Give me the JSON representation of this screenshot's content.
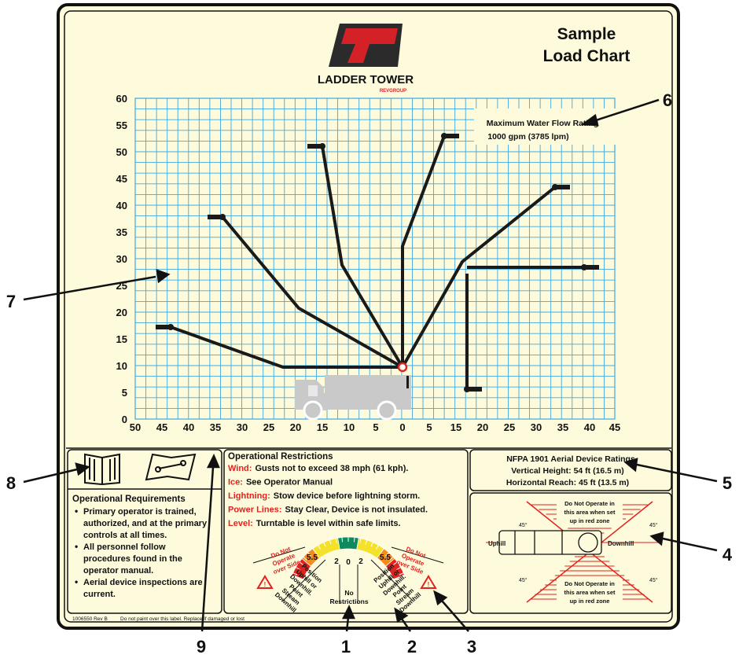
{
  "header": {
    "title_line1": "Sample",
    "title_line2": "Load Chart",
    "brand": "LADDER TOWER",
    "brand_sub": "REVGROUP"
  },
  "chart_data": {
    "type": "diagram",
    "y_ticks": [
      "60",
      "55",
      "50",
      "45",
      "40",
      "35",
      "30",
      "25",
      "20",
      "15",
      "10",
      "5",
      "0"
    ],
    "x_ticks": [
      "50",
      "45",
      "40",
      "35",
      "30",
      "25",
      "20",
      "15",
      "10",
      "5",
      "0",
      "5",
      "15",
      "20",
      "25",
      "30",
      "35",
      "40",
      "45"
    ],
    "flow_rating": [
      "Maximum Water Flow Rating",
      "1000 gpm (3785 lpm)"
    ]
  },
  "restrictions": {
    "title": "Operational Restrictions",
    "items": [
      {
        "key": "Wind:",
        "text": "Gusts not to exceed 38 mph (61 kph)."
      },
      {
        "key": "Ice:",
        "text": "See Operator Manual"
      },
      {
        "key": "Lightning:",
        "text": "Stow device before lightning storm."
      },
      {
        "key": "Power Lines:",
        "text": "Stay Clear, Device is not insulated."
      },
      {
        "key": "Level:",
        "text": "Turntable is level within safe limits."
      }
    ]
  },
  "requirements": {
    "title": "Operational Requirements",
    "items": [
      [
        "Primary operator is trained,",
        "authorized, and at the primary",
        "controls at all times."
      ],
      [
        "All personnel follow",
        "procedures found in the",
        "operator manual."
      ],
      [
        "Aerial device inspections are",
        "current."
      ]
    ]
  },
  "nfpa": {
    "title": "NFPA 1901 Aerial Device Ratings",
    "vertical": "Vertical Height:  54 ft (16.5 m)",
    "horizontal": "Horizontal Reach:  45 ft (13.5 m)"
  },
  "level_gauge": {
    "marks": [
      "5.5",
      "2",
      "0",
      "2",
      "5.5"
    ],
    "no_restrictions": [
      "No",
      "Restrictions"
    ],
    "position_text": [
      "Position",
      "Uphill or",
      "Downhill.",
      "Point",
      "Stream",
      "Downhill"
    ],
    "do_not": [
      "Do Not",
      "Operate",
      "over Side"
    ]
  },
  "zone_diagram": {
    "top_text": [
      "Do Not Operate in",
      "this area when set",
      "up in red zone"
    ],
    "bottom_text": [
      "Do Not Operate in",
      "this area when set",
      "up in red zone"
    ],
    "uphill": "Uphill",
    "downhill": "Downhill",
    "angle": "45°"
  },
  "footer": {
    "part": "1006550  Rev B",
    "note": "Do not paint over this label.  Replace if damaged or lost"
  },
  "callouts": [
    "1",
    "2",
    "3",
    "4",
    "5",
    "6",
    "7",
    "8",
    "9"
  ],
  "colors": {
    "panel_bg": "#fdfbdc",
    "grid": "#3fa9e0",
    "red": "#e0231e",
    "boom": "#1a1a1a",
    "truck": "#c8c8c8"
  }
}
